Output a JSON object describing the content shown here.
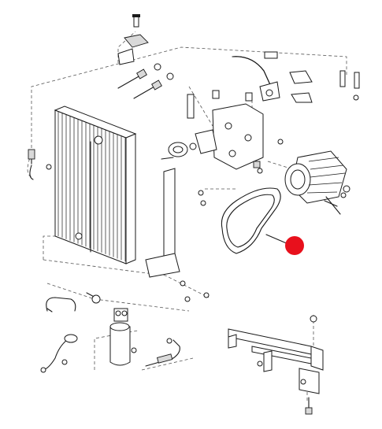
{
  "diagram": {
    "highlight_color": "#e8101c",
    "line_color": "#1a1a1a",
    "background": "#ffffff",
    "parts": [
      "radiator-condenser",
      "compressor",
      "drive-belt",
      "tensioner-pulley",
      "mounting-bracket",
      "receiver-drier",
      "pressure-switch",
      "support-frame",
      "refrigerant-hose",
      "fasteners"
    ],
    "highlighted_part": "drive-belt"
  }
}
